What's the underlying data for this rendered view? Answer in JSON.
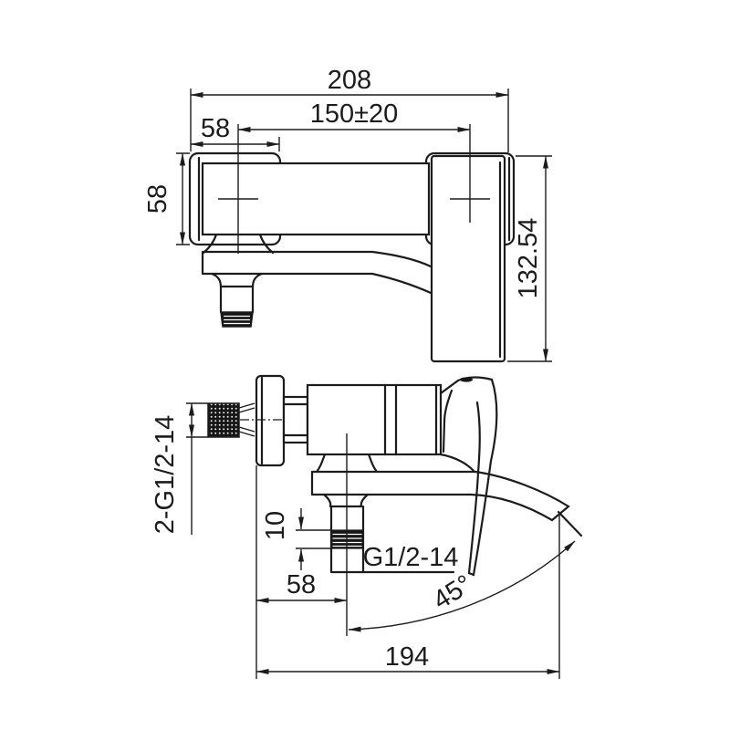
{
  "colors": {
    "background": "#ffffff",
    "line": "#1c1c1c"
  },
  "top_view": {
    "overall_width": "208",
    "inlet_center_distance": "150±20",
    "flange_width": "58",
    "flange_height": "58",
    "body_depth": "132.54"
  },
  "side_view": {
    "inlet_thread": "2-G1/2-14",
    "outlet_thread_length": "10",
    "outlet_thread": "G1/2-14",
    "wall_to_outlet_center": "58",
    "spout_angle": "45°",
    "spout_reach": "194"
  }
}
